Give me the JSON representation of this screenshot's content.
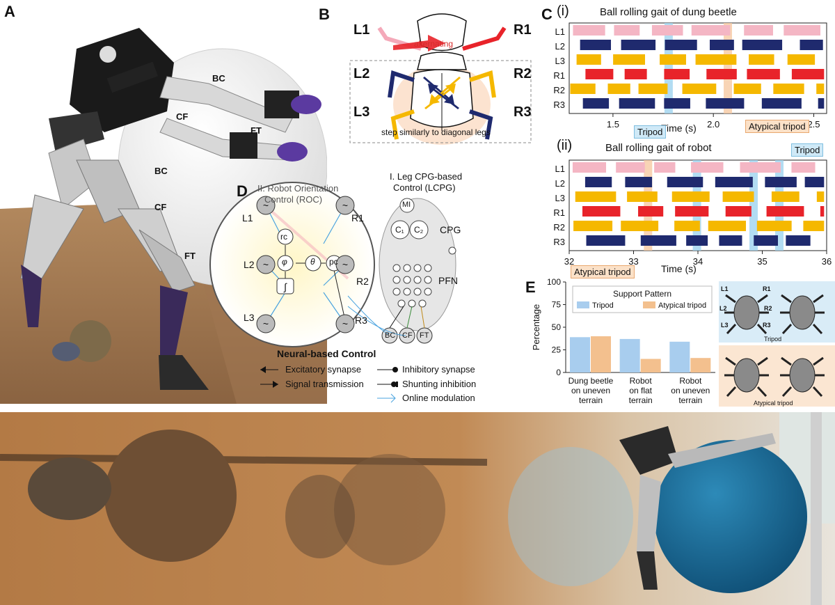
{
  "panels": {
    "A": "A",
    "B": "B",
    "C": "C",
    "D": "D",
    "E": "E"
  },
  "panelA": {
    "joints": [
      "BC",
      "CF",
      "FT",
      "BC",
      "CF",
      "FT"
    ]
  },
  "panelB": {
    "legs": [
      "L1",
      "R1",
      "L2",
      "R2",
      "L3",
      "R3"
    ],
    "alternating": "alternating",
    "caption": "step similarly to diagonal legs"
  },
  "panelC": {
    "sub_i": "(i)",
    "sub_ii": "(ii)",
    "title_i": "Ball rolling gait of dung beetle",
    "title_ii": "Ball rolling gait of robot",
    "xlabel": "Time (s)",
    "ticks_i": [
      "1.5",
      "2.0",
      "2.5"
    ],
    "ticks_ii": [
      "32",
      "33",
      "34",
      "35",
      "36"
    ],
    "rows": [
      "L1",
      "L2",
      "L3",
      "R1",
      "R2",
      "R3"
    ],
    "tripod": "Tripod",
    "atypical": "Atypical tripod",
    "colors": {
      "L1": "#f4b6c4",
      "L2": "#1f2a6e",
      "L3": "#f5b800",
      "R1": "#e8232a",
      "R2": "#f5b800",
      "R3": "#1f2a6e",
      "tripod": "#9fd3ef",
      "atypical": "#f6c9a3"
    }
  },
  "panelD": {
    "title_II_line1": "II. Robot Orientation",
    "title_II_line2": "Control (ROC)",
    "title_I_line1": "I. Leg CPG-based",
    "title_I_line2": "Control (LCPG)",
    "nodes": {
      "rc": "rc",
      "pc": "pc",
      "phi": "φ",
      "theta": "θ",
      "mi": "MI",
      "c1": "C₁",
      "c2": "C₂"
    },
    "legs": [
      "L1",
      "R1",
      "L2",
      "R2",
      "L3",
      "R3"
    ],
    "cpg": "CPG",
    "pfn": "PFN",
    "outputs": [
      "BC",
      "CF",
      "FT"
    ],
    "neural": "Neural-based Control",
    "legend": [
      "Excitatory synapse",
      "Inhibitory synapse",
      "Signal transmission",
      "Shunting inhibition",
      "Online modulation"
    ]
  },
  "chart_data": {
    "type": "bar",
    "title": "Support Pattern",
    "ylabel": "Percentage",
    "xlabel": "",
    "ylim": [
      0,
      100
    ],
    "yticks": [
      "0",
      "25",
      "50",
      "75",
      "100"
    ],
    "categories": [
      "Dung beetle on uneven terrain",
      "Robot on flat terrain",
      "Robot on uneven terrain"
    ],
    "category_lines": [
      [
        "Dung beetle",
        "on uneven",
        "terrain"
      ],
      [
        "Robot",
        "on flat",
        "terrain"
      ],
      [
        "Robot",
        "on uneven",
        "terrain"
      ]
    ],
    "series": [
      {
        "name": "Tripod",
        "values": [
          39,
          37,
          34
        ],
        "color": "#a8cdee"
      },
      {
        "name": "Atypical tripod",
        "values": [
          40,
          15,
          16
        ],
        "color": "#f3c08e"
      }
    ],
    "legend_position": "top"
  },
  "panelE_icons": {
    "top_labels": [
      "L1",
      "R1",
      "L2",
      "R2",
      "L3",
      "R3"
    ],
    "tripod": "Tripod",
    "atypical": "Atypical tripod"
  }
}
